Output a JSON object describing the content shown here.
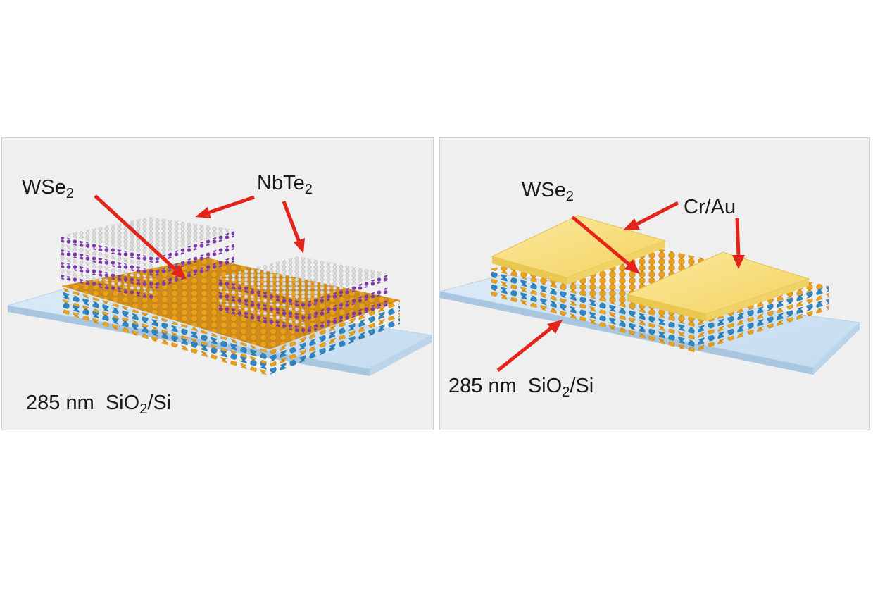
{
  "panels": [
    {
      "id": "left",
      "labels": {
        "semiconductor": {
          "main": "WSe",
          "sub": "2"
        },
        "contact": {
          "main": "NbTe",
          "sub": "2"
        },
        "substrate": {
          "pre": "285 nm  SiO",
          "sub": "2",
          "post": "/Si"
        }
      }
    },
    {
      "id": "right",
      "labels": {
        "semiconductor": {
          "main": "WSe",
          "sub": "2"
        },
        "contact": {
          "main": "Cr/Au"
        },
        "substrate": {
          "pre": "285 nm  SiO",
          "sub": "2",
          "post": "/Si"
        }
      }
    }
  ],
  "colors": {
    "substrate": "#cfe3f4",
    "selenium": "#e9a21c",
    "tungsten": "#2f86c0",
    "niobium": "#7b3aa8",
    "tellurium": "#d8d8d8",
    "gold": "#f6dc72",
    "arrow": "#e3241b"
  }
}
